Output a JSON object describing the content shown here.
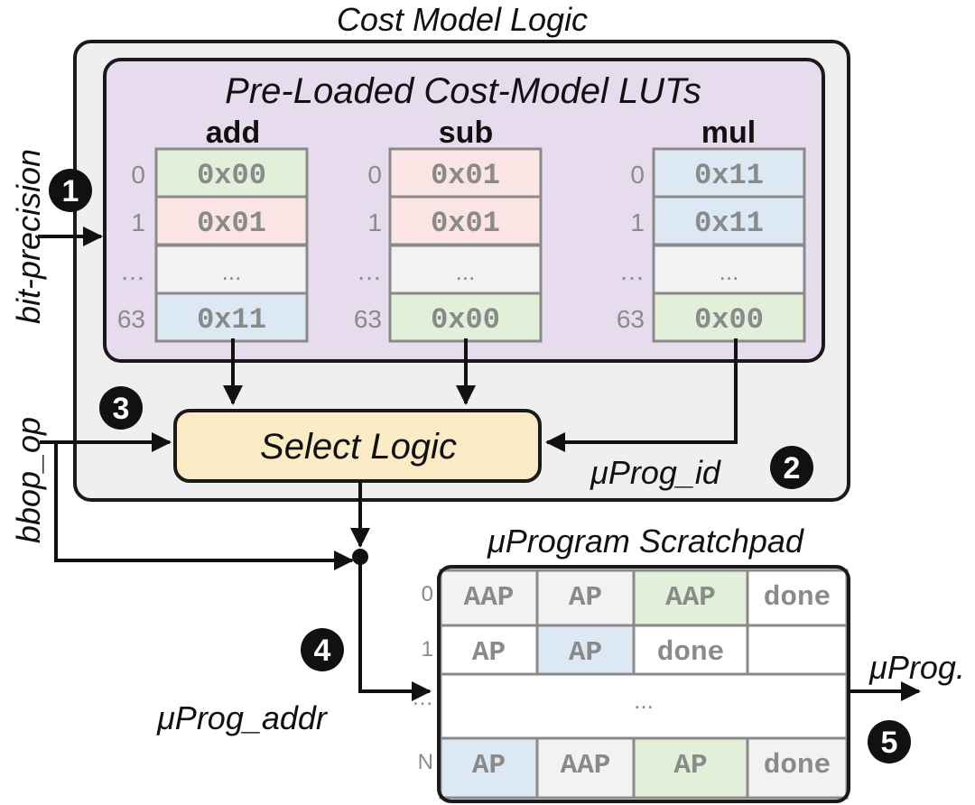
{
  "title": "Cost Model Logic",
  "luts": {
    "title": "Pre-Loaded Cost-Model LUTs",
    "columns": [
      {
        "name": "add",
        "rows": [
          "0x00",
          "0x01",
          "...",
          "0x11"
        ],
        "colors": [
          "#e2efd9",
          "#fbe4e4",
          "#f2f2f2",
          "#dde8f5"
        ]
      },
      {
        "name": "sub",
        "rows": [
          "0x01",
          "0x01",
          "...",
          "0x00"
        ],
        "colors": [
          "#fbe4e4",
          "#fbe4e4",
          "#f2f2f2",
          "#e2efd9"
        ]
      },
      {
        "name": "mul",
        "rows": [
          "0x11",
          "0x11",
          "...",
          "0x00"
        ],
        "colors": [
          "#dde8f5",
          "#dde8f5",
          "#f2f2f2",
          "#e2efd9"
        ]
      }
    ],
    "row_indices": [
      "0",
      "1",
      "…",
      "63"
    ]
  },
  "select_logic": "Select Logic",
  "inputs": {
    "bit_precision": "bit-precision",
    "bbop_op": "bbop_op",
    "uprog_id": "μProg_id",
    "uprog_addr": "μProg_addr",
    "uprog_out": "μProg."
  },
  "badges": [
    "1",
    "2",
    "3",
    "4",
    "5"
  ],
  "scratchpad": {
    "title": "μProgram Scratchpad",
    "row_indices": [
      "0",
      "1",
      "…",
      "N"
    ],
    "rows": [
      [
        {
          "t": "AAP",
          "c": "#f2f2f2"
        },
        {
          "t": "AP",
          "c": "#f2f2f2"
        },
        {
          "t": "AAP",
          "c": "#e2efd9"
        },
        {
          "t": "done",
          "c": "#ffffff"
        }
      ],
      [
        {
          "t": "AP",
          "c": "#ffffff"
        },
        {
          "t": "AP",
          "c": "#dde8f5"
        },
        {
          "t": "done",
          "c": "#ffffff"
        },
        {
          "t": "",
          "c": "#ffffff"
        }
      ],
      [
        {
          "t": "...",
          "c": "#ffffff",
          "span": 4
        }
      ],
      [
        {
          "t": "AP",
          "c": "#dde8f5"
        },
        {
          "t": "AAP",
          "c": "#f2f2f2"
        },
        {
          "t": "AP",
          "c": "#e2efd9"
        },
        {
          "t": "done",
          "c": "#f2f2f2"
        }
      ]
    ]
  },
  "colors": {
    "outer_box": "#efefef",
    "lut_panel": "#e6dced",
    "select_logic": "#fcecc5",
    "border": "#1a1a1a",
    "cell_border": "#8a8a8a"
  }
}
